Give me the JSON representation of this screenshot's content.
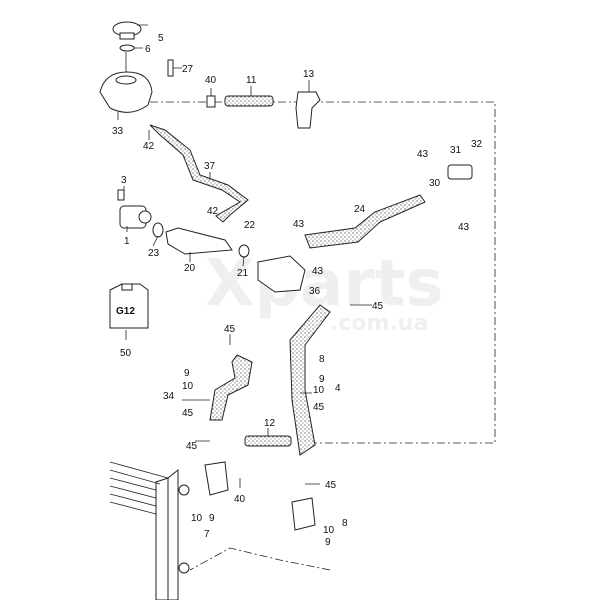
{
  "callouts": [
    "5",
    "6",
    "27",
    "40",
    "11",
    "13",
    "33",
    "42",
    "37",
    "3",
    "42",
    "22",
    "43",
    "24",
    "43",
    "31",
    "32",
    "30",
    "43",
    "1",
    "23",
    "20",
    "21",
    "43",
    "36",
    "45",
    "45",
    "50",
    "9",
    "10",
    "34",
    "45",
    "8",
    "9",
    "10",
    "4",
    "45",
    "12",
    "45",
    "40",
    "10",
    "9",
    "7",
    "45",
    "8",
    "10",
    "9"
  ],
  "canister_label": "G12",
  "watermark": {
    "brand": "Xparts",
    "domain": ".com.ua"
  }
}
